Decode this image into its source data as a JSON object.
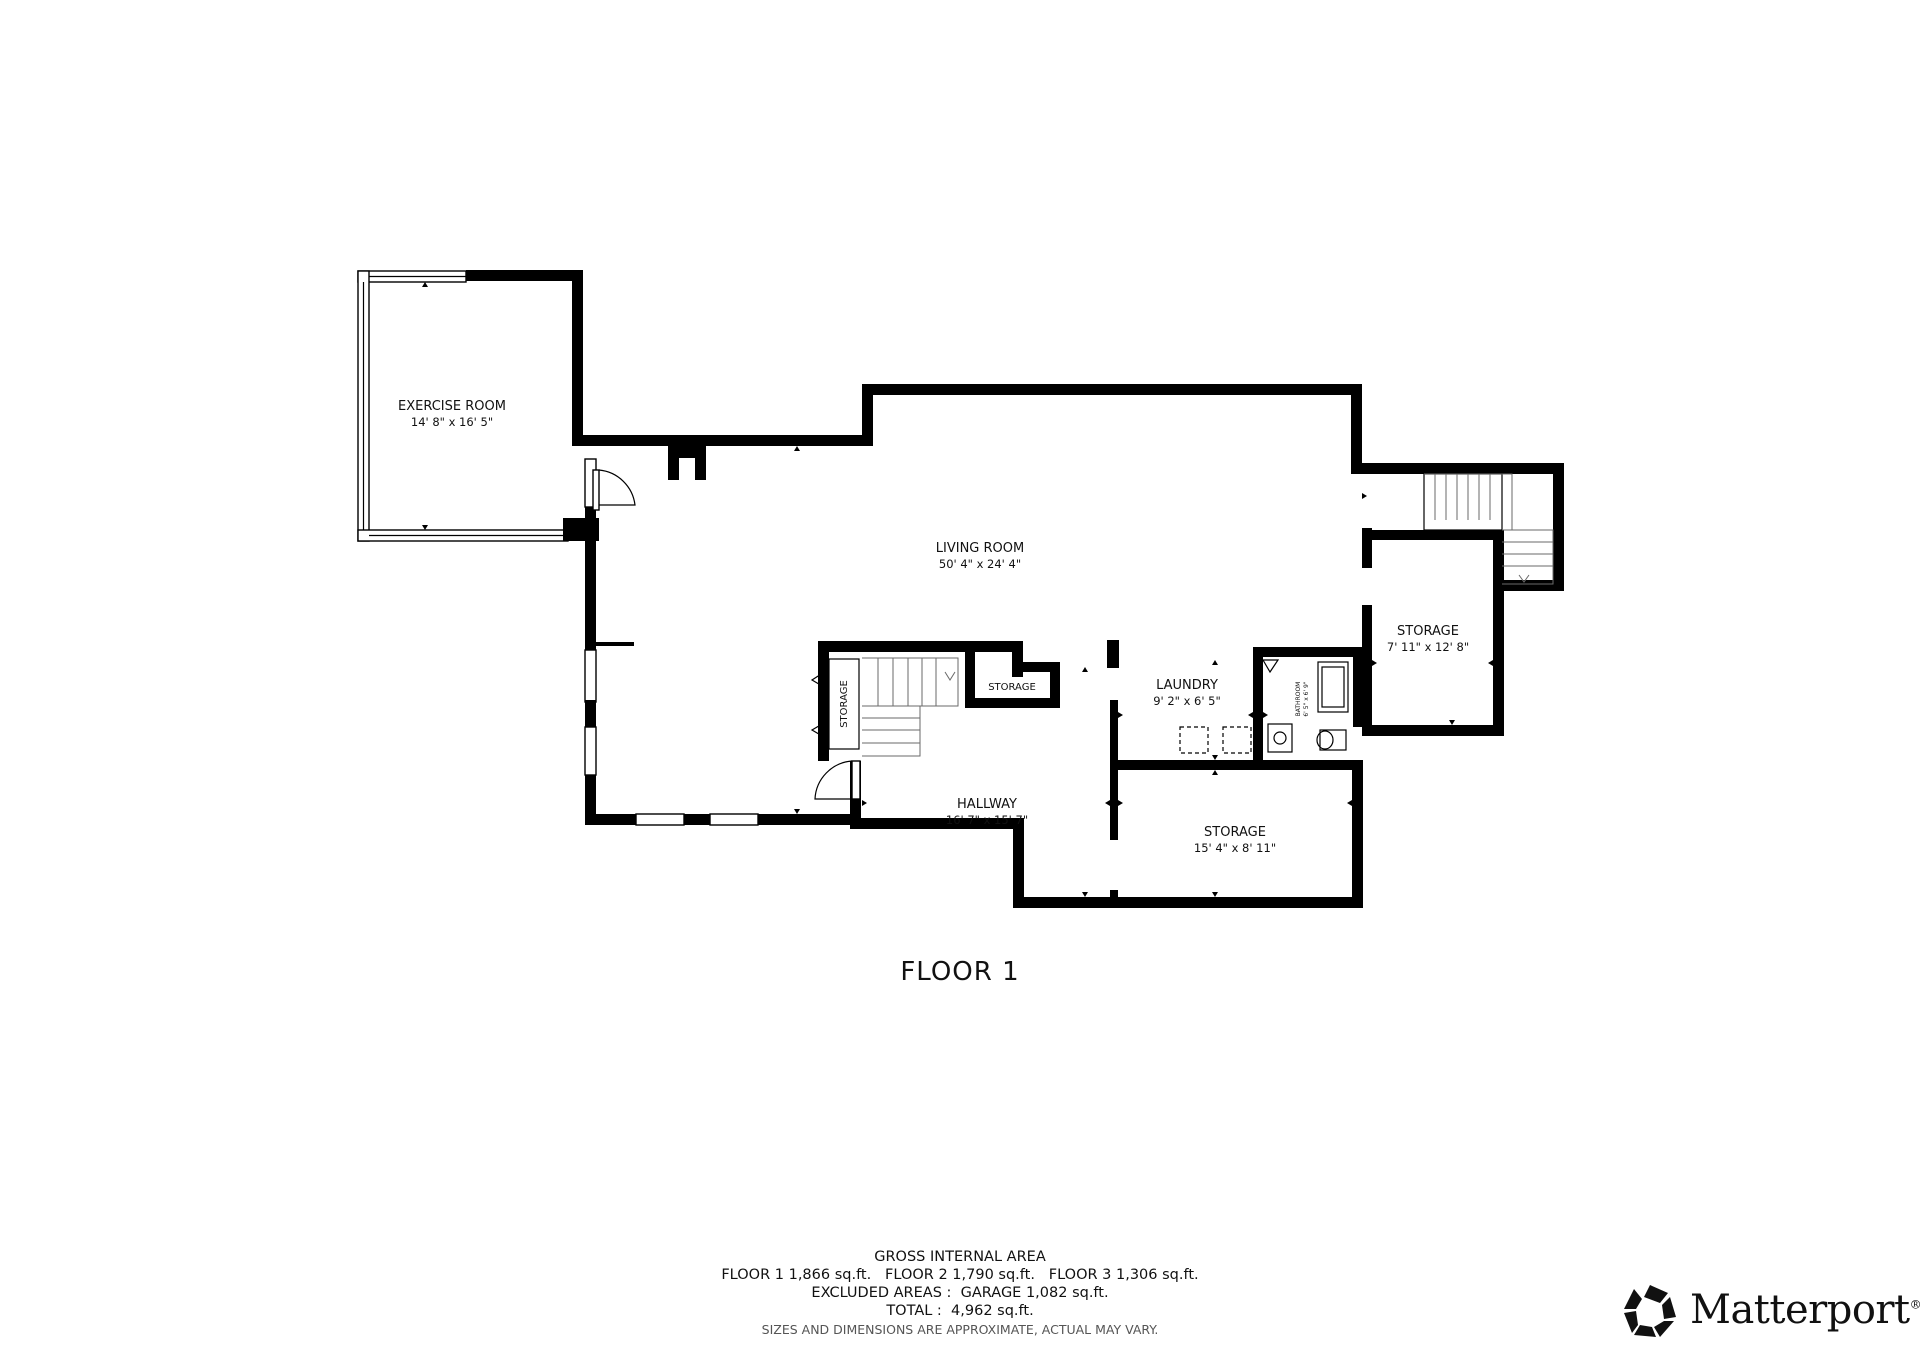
{
  "floor_label": "FLOOR 1",
  "rooms": {
    "exercise": {
      "name": "EXERCISE ROOM",
      "dims": "14' 8\" x 16' 5\""
    },
    "living": {
      "name": "LIVING ROOM",
      "dims": "50' 4\" x 24' 4\""
    },
    "storage_east": {
      "name": "STORAGE",
      "dims": "7' 11\" x 12' 8\""
    },
    "laundry": {
      "name": "LAUNDRY",
      "dims": "9' 2\" x 6' 5\""
    },
    "bathroom": {
      "name": "BATHROOM",
      "dims": "6' 5\" x 6' 9\""
    },
    "storage_small": {
      "name": "STORAGE"
    },
    "storage_closet": {
      "name": "STORAGE"
    },
    "hallway": {
      "name": "HALLWAY",
      "dims": "16' 7\" x 15' 7\""
    },
    "storage_south": {
      "name": "STORAGE",
      "dims": "15' 4\" x 8' 11\""
    }
  },
  "area_summary": {
    "heading": "GROSS INTERNAL AREA",
    "floors_line": "FLOOR 1 1,866 sq.ft.   FLOOR 2 1,790 sq.ft.   FLOOR 3 1,306 sq.ft.",
    "excluded_line": "EXCLUDED AREAS :  GARAGE 1,082 sq.ft.",
    "total_line": "TOTAL :  4,962 sq.ft.",
    "disclaimer": "SIZES AND DIMENSIONS ARE APPROXIMATE, ACTUAL MAY VARY."
  },
  "brand": {
    "name": "Matterport",
    "mark": "®"
  }
}
